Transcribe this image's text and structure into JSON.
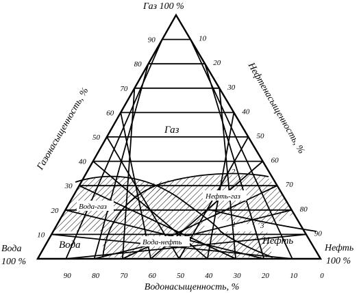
{
  "diagram": {
    "vertices": {
      "gas": "Газ  100 %",
      "water_line1": "Вода",
      "water_line2": "100 %",
      "oil_line1": "Нефть",
      "oil_line2": "100 %"
    },
    "axes": {
      "gas": "Газонасыщенность, %",
      "oil": "Нефтенасыщенность, %",
      "water": "Водонасыщенность, %"
    },
    "ticks": {
      "gas": [
        "10",
        "20",
        "30",
        "40",
        "50",
        "60",
        "70",
        "80",
        "90"
      ],
      "oil": [
        "10",
        "20",
        "30",
        "40",
        "50",
        "60",
        "70",
        "80",
        "90"
      ],
      "water": [
        "90",
        "80",
        "70",
        "60",
        "50",
        "40",
        "30",
        "20",
        "10",
        "0"
      ]
    },
    "regions": {
      "gas": "Газ",
      "water": "Вода",
      "oil": "Нефть",
      "water_gas": "Вода-газ",
      "oil_gas": "Нефть-газ",
      "water_oil": "Вода-нефть"
    },
    "curve_numbers": [
      "1",
      "2",
      "3"
    ],
    "colors": {
      "ink": "#000000",
      "background": "#ffffff"
    }
  }
}
